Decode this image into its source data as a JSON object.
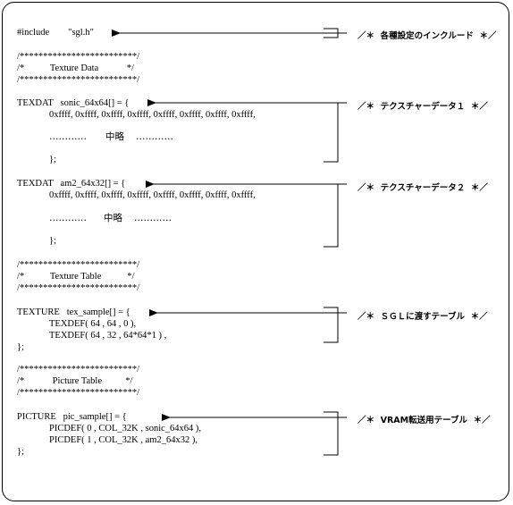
{
  "include": {
    "line": "#include        \"sgl.h\""
  },
  "sections": {
    "texture_data": {
      "rule": "/*************************/",
      "title": "/*           Texture Data            */"
    },
    "texture_table": {
      "rule": "/*************************/",
      "title": "/*           Texture Table           */"
    },
    "picture_table": {
      "rule": "/*************************/",
      "title": "/*            Picture Table          */"
    }
  },
  "tex1": {
    "decl": "TEXDAT   sonic_64x64[] = {",
    "values": "0xffff, 0xffff, 0xffff, 0xffff, 0xffff, 0xffff, 0xffff, 0xffff,",
    "dots_left": "…………",
    "omitted": "中略",
    "dots_right": "…………",
    "close": "};"
  },
  "tex2": {
    "decl": "TEXDAT   am2_64x32[] = {",
    "values": "0xffff, 0xffff, 0xffff, 0xffff, 0xffff, 0xffff, 0xffff, 0xffff,",
    "dots_left": "…………",
    "omitted": "中略",
    "dots_right": "…………",
    "close": "};"
  },
  "texture": {
    "decl": "TEXTURE   tex_sample[] = {",
    "row1": "TEXDEF( 64 , 64 , 0 ),",
    "row2": "TEXDEF( 64 , 32 , 64*64*1 ) ,",
    "close": "};"
  },
  "picture": {
    "decl": "PICTURE   pic_sample[] = {",
    "row1": "PICDEF( 0 , COL_32K , sonic_64x64 ),",
    "row2": "PICDEF( 1 , COL_32K , am2_64x32 ),",
    "close": "};"
  },
  "notes": {
    "include": "／＊  各種設定のインクルード  ＊／",
    "tex1": "／＊  テクスチャーデータ１  ＊／",
    "tex2": "／＊  テクスチャーデータ２  ＊／",
    "texture": "／＊  ＳＧＬに渡すテーブル  ＊／",
    "picture": "／＊  VRAM転送用テーブル  ＊／"
  }
}
